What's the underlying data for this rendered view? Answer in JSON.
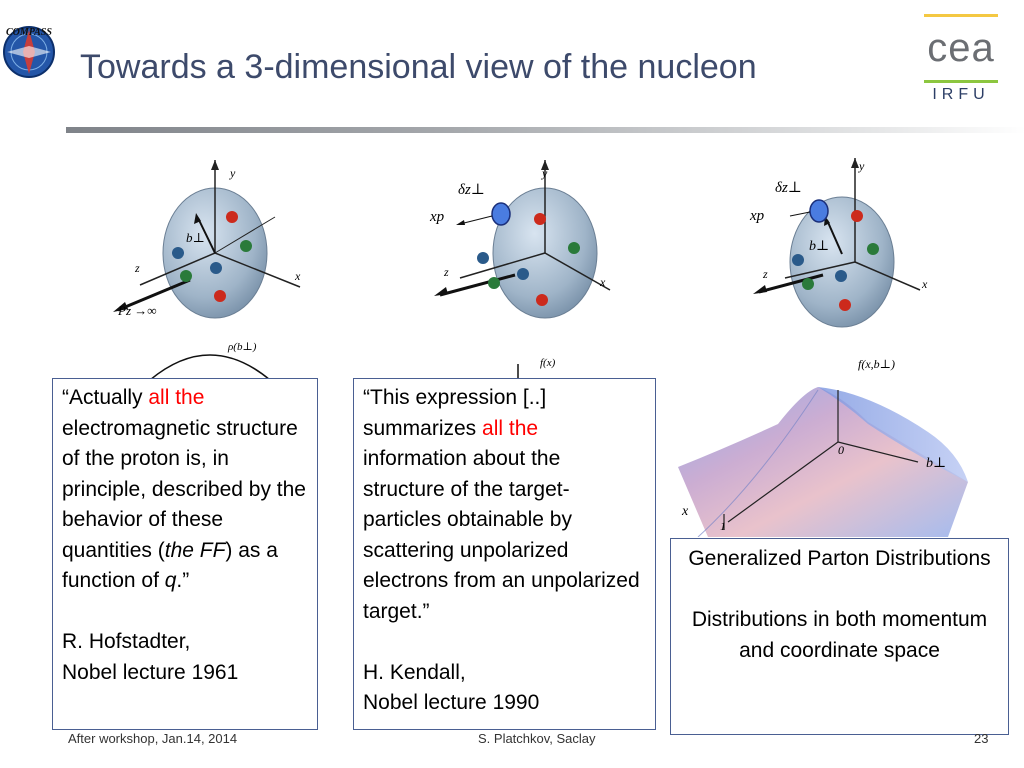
{
  "slide": {
    "title": "Towards a 3-dimensional view of the nucleon",
    "page_number": "23"
  },
  "logos": {
    "compass_text": "COMPASS",
    "cea_text": "cea",
    "irfu_text": "IRFU",
    "colors": {
      "accent_gold": "#f4c842",
      "accent_green": "#8cc63f",
      "cea_gray": "#6b6e73"
    }
  },
  "figures": {
    "fig1": {
      "y_label": "y",
      "x_label": "x",
      "z_label": "z",
      "b_label": "b⊥",
      "p_label": "Pz →∞",
      "rho_label": "ρ(b⊥)"
    },
    "fig2": {
      "y_label": "y",
      "x_label": "x",
      "z_label": "z",
      "dz_label": "δz⊥",
      "xp_label": "xp",
      "f_label": "f(x)"
    },
    "fig3": {
      "y_label": "y",
      "x_label": "x",
      "z_label": "z",
      "dz_label": "δz⊥",
      "xp_label": "xp",
      "b_label": "b⊥"
    },
    "surface": {
      "f_label": "f(x,b⊥)",
      "zero_label": "0",
      "b_label": "b⊥",
      "x_label": "x",
      "one_label": "1"
    }
  },
  "quote1": {
    "open": "“Actually ",
    "highlight": "all the",
    "rest1": " electromagnetic structure of the proton is, in principle, described by the behavior of these quantities (",
    "italic1": "the FF",
    "rest2": ") as a function of ",
    "italic2": "q",
    "close": ".”",
    "author": "R. Hofstadter,",
    "source": "Nobel lecture 1961"
  },
  "quote2": {
    "open": "“This expression [..] summarizes ",
    "highlight": "all the",
    "rest": " information about the structure of the target-particles obtainable by scattering unpolarized electrons from an unpolarized target.”",
    "author": "H. Kendall,",
    "source": "Nobel lecture 1990"
  },
  "gpd_box": {
    "title": "Generalized Parton Distributions",
    "description": "Distributions in both momentum and coordinate space"
  },
  "footer": {
    "left": "After workshop, Jan.14, 2014",
    "center": "S. Platchkov, Saclay"
  }
}
